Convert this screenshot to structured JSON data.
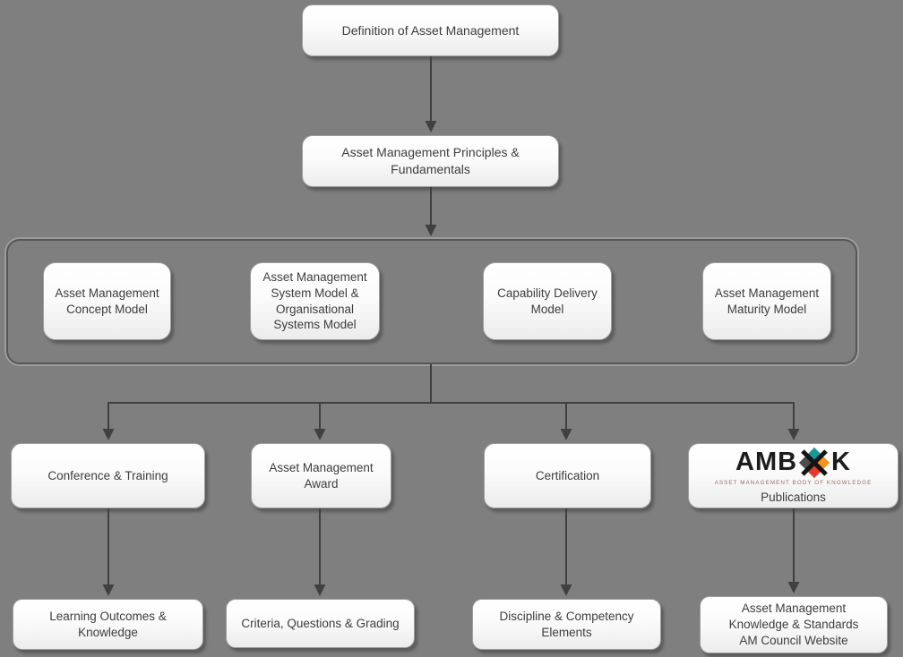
{
  "diagram": {
    "nodes": {
      "definition": "Definition of Asset Management",
      "principles": "Asset Management Principles &\nFundamentals",
      "concept_model": "Asset Management\nConcept Model",
      "system_model": "Asset Management\nSystem Model &\nOrganisational\nSystems Model",
      "capability_model": "Capability Delivery\nModel",
      "maturity_model": "Asset Management\nMaturity Model",
      "conference": "Conference & Training",
      "award": "Asset Management\nAward",
      "certification": "Certification",
      "publications": "Publications",
      "learning": "Learning Outcomes &\nKnowledge",
      "criteria": "Criteria, Questions & Grading",
      "discipline": "Discipline & Competency\nElements",
      "knowledge_standards": "Asset Management\nKnowledge & Standards\nAM Council Website"
    },
    "logo": {
      "word_left": "AMB",
      "word_right": "K",
      "tagline": "ASSET MANAGEMENT BODY OF KNOWLEDGE",
      "colors": {
        "teal": "#17999a",
        "orange": "#f6921e",
        "red": "#e2382e",
        "gray": "#4d4d4d",
        "x": "#141414"
      }
    },
    "edges": [
      {
        "from": "definition",
        "to": "principles"
      },
      {
        "from": "principles",
        "to": "models_container"
      },
      {
        "from": "models_container",
        "to": "conference"
      },
      {
        "from": "models_container",
        "to": "award"
      },
      {
        "from": "models_container",
        "to": "certification"
      },
      {
        "from": "models_container",
        "to": "publications"
      },
      {
        "from": "conference",
        "to": "learning"
      },
      {
        "from": "award",
        "to": "criteria"
      },
      {
        "from": "certification",
        "to": "discipline"
      },
      {
        "from": "publications",
        "to": "knowledge_standards"
      }
    ],
    "colors": {
      "background": "#7f7f7f",
      "connector": "#404040",
      "box_border": "#9e9e9e",
      "container_border": "#565656",
      "container_outline": "#9c9c9c",
      "text": "#3d3d3d"
    }
  }
}
